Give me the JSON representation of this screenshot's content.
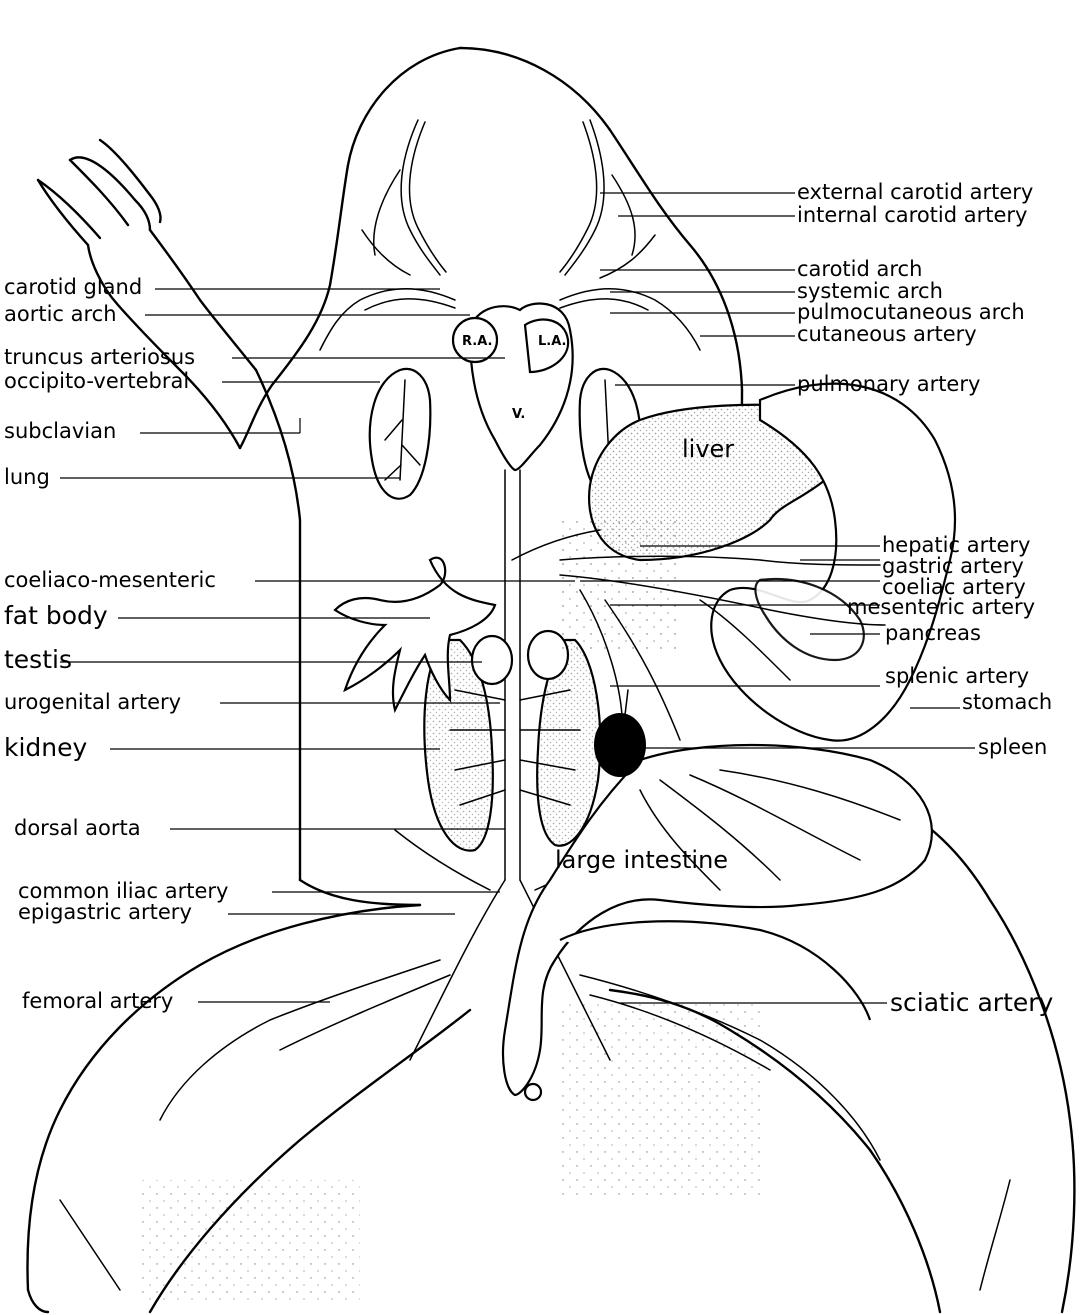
{
  "labels_left": {
    "carotid_gland": "carotid gland",
    "aortic_arch": "aortic arch",
    "truncus_arteriosus": "truncus arteriosus",
    "occipito_vertebral": "occipito-vertebral",
    "subclavian": "subclavian",
    "lung": "lung",
    "coeliaco_mesenteric": "coeliaco-mesenteric",
    "fat_body": "fat body",
    "testis": "testis",
    "urogenital_artery": "urogenital artery",
    "kidney": "kidney",
    "dorsal_aorta": "dorsal aorta",
    "common_iliac_artery": "common iliac artery",
    "epigastric_artery": "epigastric artery",
    "femoral_artery": "femoral artery"
  },
  "labels_right": {
    "external_carotid_artery": "external carotid artery",
    "internal_carotid_artery": "internal carotid artery",
    "carotid_arch": "carotid arch",
    "systemic_arch": "systemic arch",
    "pulmocutaneous_arch": "pulmocutaneous arch",
    "cutaneous_artery": "cutaneous artery",
    "pulmonary_artery": "pulmonary artery",
    "hepatic_artery": "hepatic artery",
    "gastric_artery": "gastric artery",
    "coeliac_artery": "coeliac artery",
    "mesenteric_artery": "mesenteric artery",
    "pancreas": "pancreas",
    "splenic_artery": "splenic artery",
    "stomach": "stomach",
    "spleen": "spleen",
    "sciatic_artery": "sciatic artery"
  },
  "organ_labels": {
    "liver": "liver",
    "large_intestine": "large intestine",
    "right_atrium": "R.A.",
    "left_atrium": "L.A.",
    "ventricle": "V."
  }
}
